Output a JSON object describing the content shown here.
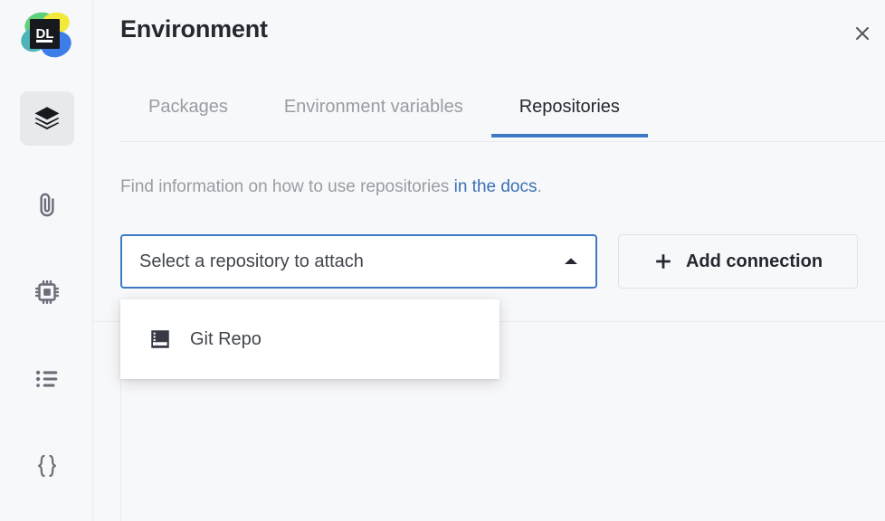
{
  "app": {
    "logo_name": "datalore-logo",
    "logo_text": "DL",
    "logo_colors": {
      "green": "#60d07a",
      "yellow": "#f3e93c",
      "blue": "#3d7de8",
      "teal": "#4fb6b6",
      "badge": "#16181d"
    }
  },
  "rail": {
    "items": [
      {
        "name": "environment",
        "icon": "layers-icon",
        "active": true
      },
      {
        "name": "attached-data",
        "icon": "paperclip-icon",
        "active": false
      },
      {
        "name": "compute",
        "icon": "cpu-chip-icon",
        "active": false
      },
      {
        "name": "outline",
        "icon": "list-icon",
        "active": false
      },
      {
        "name": "variables",
        "icon": "curly-braces-icon",
        "active": false
      }
    ]
  },
  "header": {
    "title": "Environment",
    "close_icon": "close-icon"
  },
  "tabs": [
    {
      "label": "Packages",
      "active": false
    },
    {
      "label": "Environment variables",
      "active": false
    },
    {
      "label": "Repositories",
      "active": true
    }
  ],
  "description": {
    "text_before": "Find information on how to use repositories ",
    "link_text": "in the docs",
    "text_after": "."
  },
  "controls": {
    "select": {
      "value": "Select a repository to attach",
      "caret_icon": "chevron-up-icon",
      "expanded": true,
      "focus_color": "#3d79c4"
    },
    "add_connection": {
      "label": "Add connection",
      "icon": "plus-icon"
    }
  },
  "dropdown": {
    "options": [
      {
        "label": "Git Repo",
        "icon": "git-repo-book-icon"
      }
    ]
  },
  "colors": {
    "accent": "#3d79c4",
    "link": "#3a6fb5",
    "background": "#f7f8fa",
    "text_primary": "#26282f",
    "text_muted": "#9a9ca3",
    "icon_muted": "#6b6e78"
  }
}
